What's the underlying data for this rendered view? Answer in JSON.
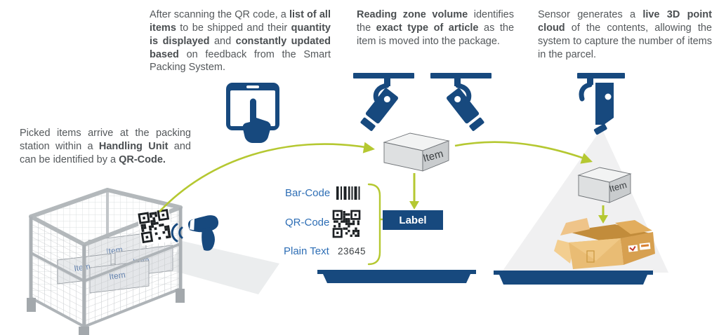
{
  "colors": {
    "navy": "#17497E",
    "blue": "#2E6EB5",
    "green": "#B5C831",
    "gray": "#54585B"
  },
  "paragraphs": {
    "step_scan": {
      "runs": [
        {
          "t": "After scanning the QR code, a "
        },
        {
          "t": "list of all items",
          "b": true
        },
        {
          "t": " to be shipped and their "
        },
        {
          "t": "quantity is displayed",
          "b": true
        },
        {
          "t": " and "
        },
        {
          "t": "constantly updated based",
          "b": true
        },
        {
          "t": " on feedback from the Smart Packing System."
        }
      ]
    },
    "step_reading_zone": {
      "runs": [
        {
          "t": "Reading zone volume",
          "b": true
        },
        {
          "t": " identifies the "
        },
        {
          "t": "exact type of article",
          "b": true
        },
        {
          "t": " as the item is moved into the package."
        }
      ]
    },
    "step_point_cloud": {
      "runs": [
        {
          "t": "Sensor generates a "
        },
        {
          "t": "live 3D point cloud",
          "b": true
        },
        {
          "t": " of the contents, allowing the system to capture the number of items in the parcel."
        }
      ]
    },
    "intro_handling_unit": {
      "runs": [
        {
          "t": "Picked items arrive at the packing station within a "
        },
        {
          "t": "Handling Unit",
          "b": true
        },
        {
          "t": " and can be identified by a "
        },
        {
          "t": "QR-Code.",
          "b": true
        }
      ]
    }
  },
  "labels": {
    "barcode": "Bar-Code",
    "qrcode": "QR-Code",
    "plaintext": "Plain Text",
    "plaintext_value": "23645",
    "label_button": "Label",
    "item": "Item"
  },
  "icons": [
    "tablet-touch-icon",
    "reading-zone-sensor-icon-left",
    "reading-zone-sensor-icon-right",
    "point-cloud-sensor-icon",
    "barcode-scanner-icon",
    "qr-code-icon",
    "barcode-icon",
    "handling-unit-cage",
    "cardboard-box",
    "packing-table"
  ]
}
